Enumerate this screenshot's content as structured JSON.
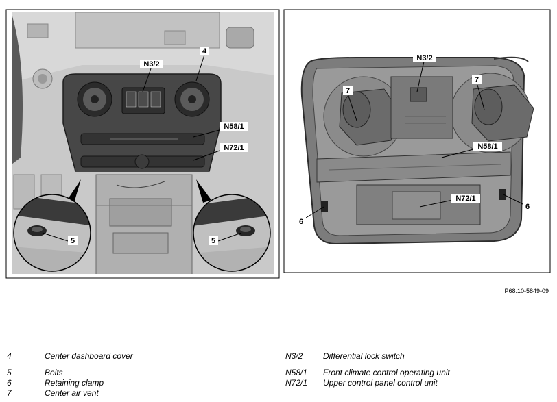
{
  "figure": {
    "left_callouts": {
      "c4": "4",
      "cN32": "N3/2",
      "cN581": "N58/1",
      "cN721": "N72/1",
      "c5a": "5",
      "c5b": "5"
    },
    "right_callouts": {
      "cN32": "N3/2",
      "c7a": "7",
      "c7b": "7",
      "cN581": "N58/1",
      "cN721": "N72/1",
      "c6a": "6",
      "c6b": "6"
    },
    "reference_code": "P68.10-5849-09"
  },
  "legend": {
    "left": [
      {
        "code": "4",
        "desc": "Center dashboard cover"
      },
      {
        "code": "5",
        "desc": "Bolts"
      },
      {
        "code": "6",
        "desc": "Retaining clamp"
      },
      {
        "code": "7",
        "desc": "Center air vent"
      }
    ],
    "right": [
      {
        "code": "N3/2",
        "desc": "Differential lock switch"
      },
      {
        "code": "N58/1",
        "desc": "Front climate control operating unit"
      },
      {
        "code": "N72/1",
        "desc": "Upper control panel control unit"
      }
    ]
  }
}
